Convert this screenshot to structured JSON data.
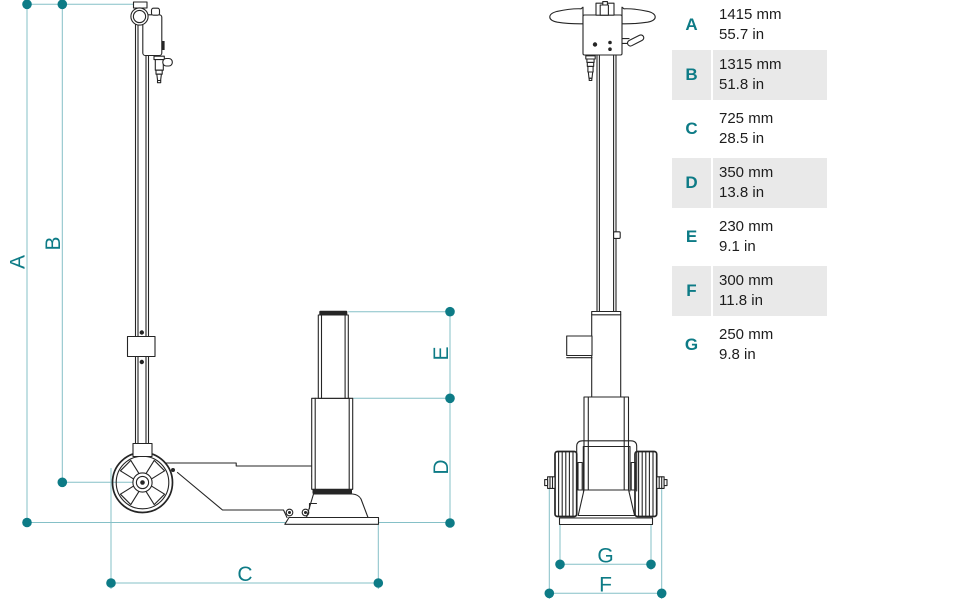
{
  "colors": {
    "accent_teal": "#0d7b86",
    "thin_dim_line": "#85c0c7",
    "drawing_line": "#252525",
    "row_highlight": "#e9e9e9",
    "background": "#ffffff"
  },
  "diagram": {
    "labels": {
      "a": "A",
      "b": "B",
      "c": "C",
      "d": "D",
      "e": "E",
      "f": "F",
      "g": "G"
    }
  },
  "table": {
    "rows": [
      {
        "letter": "A",
        "mm": "1415 mm",
        "inches": "55.7 in",
        "highlight": false
      },
      {
        "letter": "B",
        "mm": "1315 mm",
        "inches": "51.8 in",
        "highlight": true
      },
      {
        "letter": "C",
        "mm": "725 mm",
        "inches": "28.5 in",
        "highlight": false
      },
      {
        "letter": "D",
        "mm": "350 mm",
        "inches": "13.8 in",
        "highlight": true
      },
      {
        "letter": "E",
        "mm": "230 mm",
        "inches": "9.1 in",
        "highlight": false
      },
      {
        "letter": "F",
        "mm": "300 mm",
        "inches": "11.8 in",
        "highlight": true
      },
      {
        "letter": "G",
        "mm": "250 mm",
        "inches": "9.8 in",
        "highlight": false
      }
    ]
  }
}
